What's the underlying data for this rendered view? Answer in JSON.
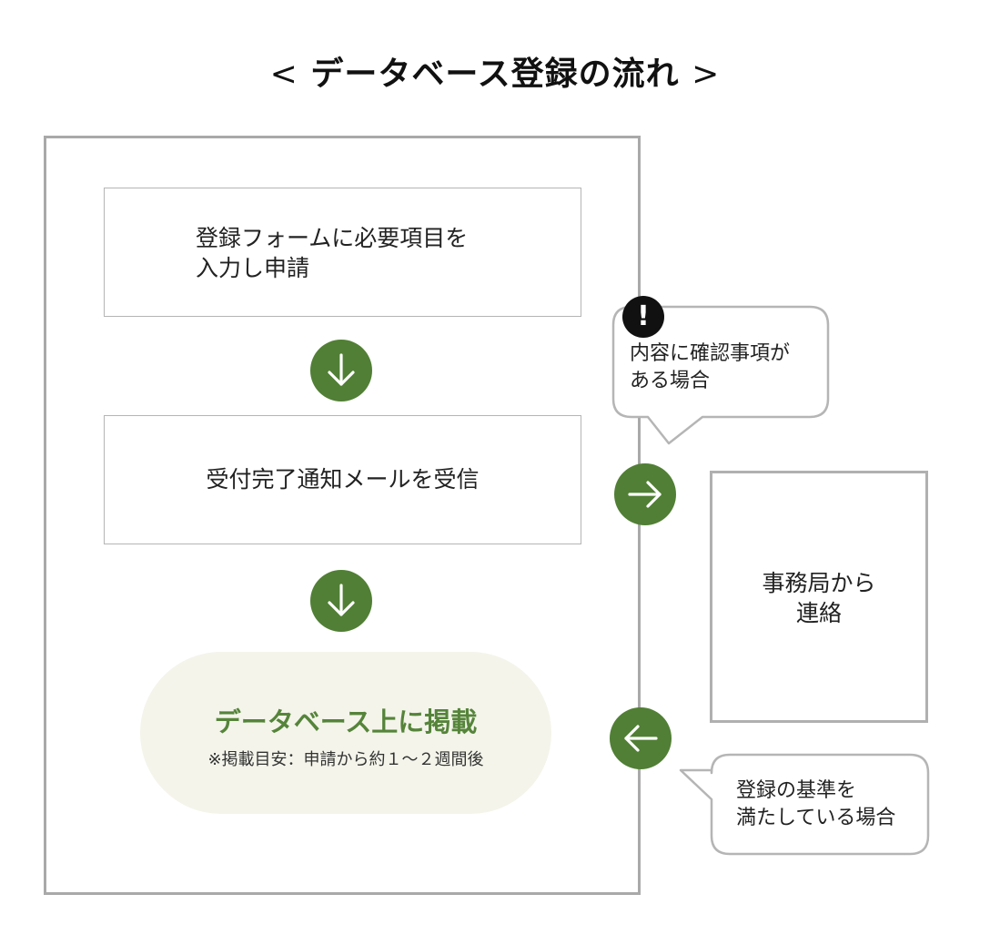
{
  "title": {
    "open": "<",
    "text": "データベース登録の流れ",
    "close": ">"
  },
  "steps": {
    "apply": {
      "line1": "登録フォームに必要項目を",
      "line2": "入力し申請"
    },
    "receive": "受付完了通知メールを受信",
    "publish": {
      "title": "データベース上に掲載",
      "note": "※掲載目安：申請から約１～２週間後"
    }
  },
  "office": {
    "line1": "事務局から",
    "line2": "連絡"
  },
  "bubbles": {
    "confirm": {
      "mark": "!",
      "line1": "内容に確認事項が",
      "line2": "ある場合"
    },
    "criteria": {
      "line1": "登録の基準を",
      "line2": "満たしている場合"
    }
  },
  "icons": {
    "down_arrow": "arrow-down-icon",
    "right_arrow": "arrow-right-icon",
    "left_arrow": "arrow-left-icon",
    "exclamation": "exclamation-icon"
  },
  "colors": {
    "accent_green": "#517f35",
    "publish_bg": "#f4f4eb",
    "border_gray": "#a9a9a9"
  }
}
